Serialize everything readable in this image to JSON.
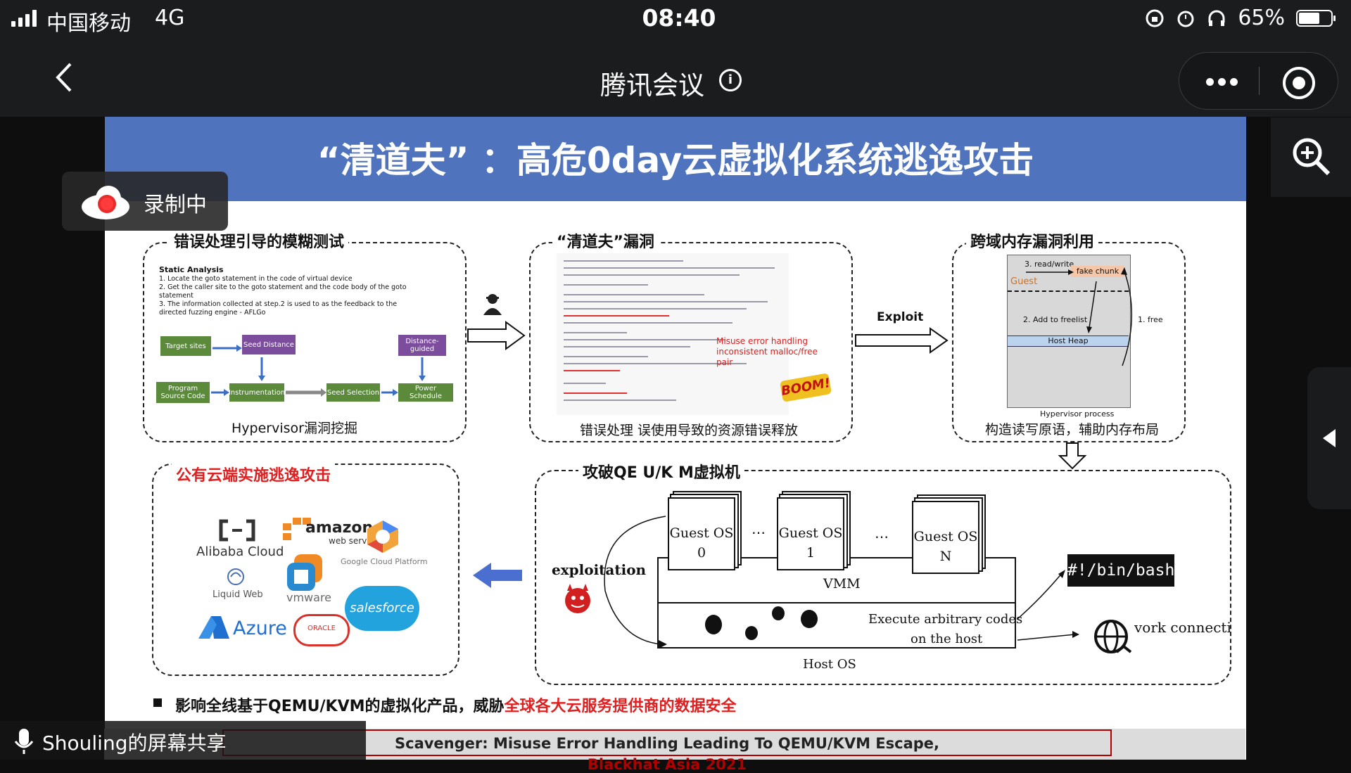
{
  "status_bar": {
    "carrier": "中国移动",
    "network": "4G",
    "time": "08:40",
    "battery": "65%"
  },
  "nav": {
    "title": "腾讯会议",
    "icons": [
      "back-icon",
      "info-icon",
      "more-icon",
      "record-icon",
      "zoom-in-icon",
      "collapse-icon"
    ]
  },
  "recording": {
    "label": "录制中"
  },
  "slide": {
    "title": "“清道夫” ：高危0day云虚拟化系统逃逸攻击",
    "panel_fuzz": {
      "title": "错误处理引导的模糊测试",
      "static_analysis_title": "Static Analysis",
      "steps": [
        "1.  Locate the goto statement in the code of virtual device",
        "2.  Get the caller site to the goto statement and the code body of the goto statement",
        "3.  The information collected at step.2 is used to as the feedback to the directed fuzzing engine - AFLGo"
      ],
      "nodes": {
        "target_sites": "Target sites",
        "seed_distance": "Seed Distance",
        "distance_guided": "Distance-guided",
        "program_source": "Program Source Code",
        "instrumentation": "Instrumentation",
        "seed_selection": "Seed Selection",
        "power_schedule": "Power Schedule"
      },
      "caption": "Hypervisor漏洞挖掘"
    },
    "panel_bug": {
      "title": "“清道夫”漏洞",
      "annotation": "Misuse error handling inconsistent malloc/free pair",
      "boom": "BOOM!",
      "caption": "错误处理 误使用导致的资源错误释放"
    },
    "exploit_label": "Exploit",
    "panel_mem": {
      "title": "跨域内存漏洞利用",
      "read_write": "3. read/write",
      "fake_chunk": "fake chunk",
      "guest": "Guest",
      "add_freelist": "2. Add to freelist",
      "free": "1. free",
      "host_heap": "Host Heap",
      "process": "Hypervisor process",
      "caption": "构造读写原语，辅助内存布局"
    },
    "panel_cloud": {
      "title": "公有云端实施逃逸攻击",
      "logos": [
        "Alibaba Cloud",
        "amazon",
        "web services",
        "Google Cloud Platform",
        "Liquid Web",
        "vmware",
        "salesforce",
        "Azure",
        "ORACLE"
      ]
    },
    "panel_qemu": {
      "title": "攻破QE  U/K  M虚拟机",
      "guest0": "Guest OS",
      "guest0_n": "0",
      "guest1": "Guest OS",
      "guest1_n": "1",
      "guestn": "Guest OS",
      "guestn_n": "N",
      "dots": "…",
      "vmm": "VMM",
      "exploitation": "exploitation",
      "execute": "Execute arbitrary codes",
      "on_host": "on the host",
      "host_os": "Host OS",
      "bash": "#!/bin/bash",
      "network": "vork connecti"
    },
    "impact_prefix": "影响全线基于QEMU/KVM的虚拟化产品，威胁",
    "impact_highlight": "全球各大云服务提供商的数据安全",
    "footer_main": "Scavenger: Misuse Error Handling Leading To QEMU/KVM Escape, ",
    "footer_venue": "Blackhat Asia 2021"
  },
  "screen_share": {
    "label": "Shouling的屏幕共享"
  },
  "colors": {
    "title_band": "#4f73bd",
    "highlight_red": "#e02020",
    "footer_red": "#b00000"
  }
}
